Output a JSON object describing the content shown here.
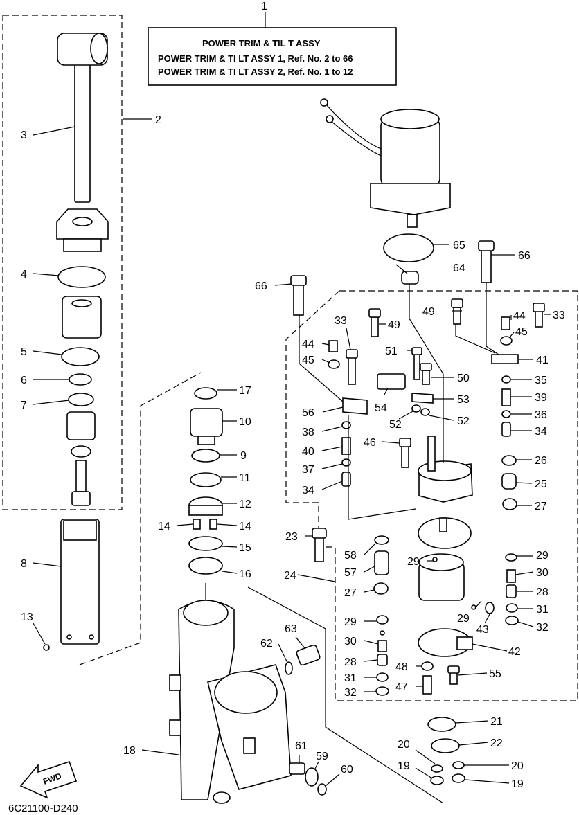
{
  "header": {
    "title": "POWER TRIM & TIL T ASSY",
    "line1": "POWER TRIM & TI LT ASSY 1,   Ref. No. 2 to 66",
    "line2": "POWER TRIM & TI LT ASSY 2,   Ref. No. 1 to 12"
  },
  "diagram_code": "6C21100-D240",
  "fwd_label": "FWD",
  "callouts": [
    {
      "id": "c1",
      "text": "1"
    },
    {
      "id": "c2",
      "text": "2"
    },
    {
      "id": "c3",
      "text": "3"
    },
    {
      "id": "c4",
      "text": "4"
    },
    {
      "id": "c5",
      "text": "5"
    },
    {
      "id": "c6",
      "text": "6"
    },
    {
      "id": "c7",
      "text": "7"
    },
    {
      "id": "c8",
      "text": "8"
    },
    {
      "id": "c9",
      "text": "9"
    },
    {
      "id": "c10",
      "text": "10"
    },
    {
      "id": "c11",
      "text": "11"
    },
    {
      "id": "c12",
      "text": "12"
    },
    {
      "id": "c13",
      "text": "13"
    },
    {
      "id": "c14a",
      "text": "14"
    },
    {
      "id": "c14b",
      "text": "14"
    },
    {
      "id": "c15",
      "text": "15"
    },
    {
      "id": "c16",
      "text": "16"
    },
    {
      "id": "c17",
      "text": "17"
    },
    {
      "id": "c18",
      "text": "18"
    },
    {
      "id": "c19a",
      "text": "19"
    },
    {
      "id": "c19b",
      "text": "19"
    },
    {
      "id": "c20a",
      "text": "20"
    },
    {
      "id": "c20b",
      "text": "20"
    },
    {
      "id": "c21",
      "text": "21"
    },
    {
      "id": "c22",
      "text": "22"
    },
    {
      "id": "c23",
      "text": "23"
    },
    {
      "id": "c24",
      "text": "24"
    },
    {
      "id": "c25",
      "text": "25"
    },
    {
      "id": "c26",
      "text": "26"
    },
    {
      "id": "c27a",
      "text": "27"
    },
    {
      "id": "c27b",
      "text": "27"
    },
    {
      "id": "c28a",
      "text": "28"
    },
    {
      "id": "c28b",
      "text": "28"
    },
    {
      "id": "c29a",
      "text": "29"
    },
    {
      "id": "c29b",
      "text": "29"
    },
    {
      "id": "c29c",
      "text": "29"
    },
    {
      "id": "c29d",
      "text": "29"
    },
    {
      "id": "c30a",
      "text": "30"
    },
    {
      "id": "c30b",
      "text": "30"
    },
    {
      "id": "c31a",
      "text": "31"
    },
    {
      "id": "c31b",
      "text": "31"
    },
    {
      "id": "c32a",
      "text": "32"
    },
    {
      "id": "c32b",
      "text": "32"
    },
    {
      "id": "c33a",
      "text": "33"
    },
    {
      "id": "c33b",
      "text": "33"
    },
    {
      "id": "c34a",
      "text": "34"
    },
    {
      "id": "c34b",
      "text": "34"
    },
    {
      "id": "c35",
      "text": "35"
    },
    {
      "id": "c36",
      "text": "36"
    },
    {
      "id": "c37",
      "text": "37"
    },
    {
      "id": "c38",
      "text": "38"
    },
    {
      "id": "c39",
      "text": "39"
    },
    {
      "id": "c40",
      "text": "40"
    },
    {
      "id": "c41",
      "text": "41"
    },
    {
      "id": "c42",
      "text": "42"
    },
    {
      "id": "c43",
      "text": "43"
    },
    {
      "id": "c44a",
      "text": "44"
    },
    {
      "id": "c44b",
      "text": "44"
    },
    {
      "id": "c45a",
      "text": "45"
    },
    {
      "id": "c45b",
      "text": "45"
    },
    {
      "id": "c46",
      "text": "46"
    },
    {
      "id": "c47",
      "text": "47"
    },
    {
      "id": "c48",
      "text": "48"
    },
    {
      "id": "c49a",
      "text": "49"
    },
    {
      "id": "c49b",
      "text": "49"
    },
    {
      "id": "c50",
      "text": "50"
    },
    {
      "id": "c51",
      "text": "51"
    },
    {
      "id": "c52a",
      "text": "52"
    },
    {
      "id": "c52b",
      "text": "52"
    },
    {
      "id": "c53",
      "text": "53"
    },
    {
      "id": "c54",
      "text": "54"
    },
    {
      "id": "c55",
      "text": "55"
    },
    {
      "id": "c56",
      "text": "56"
    },
    {
      "id": "c57",
      "text": "57"
    },
    {
      "id": "c58",
      "text": "58"
    },
    {
      "id": "c59",
      "text": "59"
    },
    {
      "id": "c60",
      "text": "60"
    },
    {
      "id": "c61",
      "text": "61"
    },
    {
      "id": "c62",
      "text": "62"
    },
    {
      "id": "c63",
      "text": "63"
    },
    {
      "id": "c64",
      "text": "64"
    },
    {
      "id": "c65",
      "text": "65"
    },
    {
      "id": "c66a",
      "text": "66"
    },
    {
      "id": "c66b",
      "text": "66"
    }
  ]
}
